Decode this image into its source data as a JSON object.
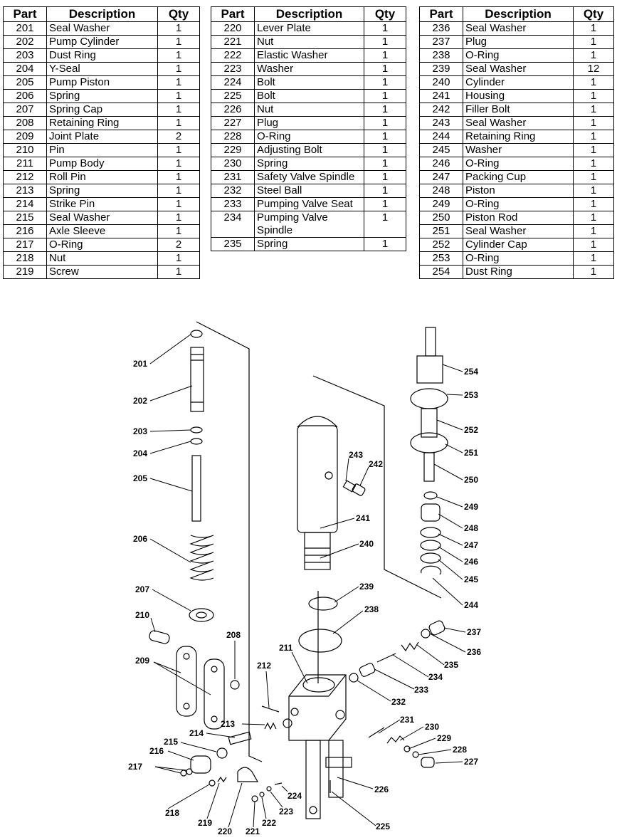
{
  "headers": {
    "part": "Part",
    "description": "Description",
    "qty": "Qty"
  },
  "tables": [
    {
      "rows": [
        {
          "part": "201",
          "desc": "Seal Washer",
          "qty": "1"
        },
        {
          "part": "202",
          "desc": "Pump Cylinder",
          "qty": "1"
        },
        {
          "part": "203",
          "desc": "Dust Ring",
          "qty": "1"
        },
        {
          "part": "204",
          "desc": "Y-Seal",
          "qty": "1"
        },
        {
          "part": "205",
          "desc": "Pump Piston",
          "qty": "1"
        },
        {
          "part": "206",
          "desc": "Spring",
          "qty": "1"
        },
        {
          "part": "207",
          "desc": "Spring Cap",
          "qty": "1"
        },
        {
          "part": "208",
          "desc": "Retaining Ring",
          "qty": "1"
        },
        {
          "part": "209",
          "desc": "Joint Plate",
          "qty": "2"
        },
        {
          "part": "210",
          "desc": "Pin",
          "qty": "1"
        },
        {
          "part": "211",
          "desc": "Pump Body",
          "qty": "1"
        },
        {
          "part": "212",
          "desc": "Roll Pin",
          "qty": "1"
        },
        {
          "part": "213",
          "desc": "Spring",
          "qty": "1"
        },
        {
          "part": "214",
          "desc": "Strike Pin",
          "qty": "1"
        },
        {
          "part": "215",
          "desc": "Seal Washer",
          "qty": "1"
        },
        {
          "part": "216",
          "desc": "Axle Sleeve",
          "qty": "1"
        },
        {
          "part": "217",
          "desc": "O-Ring",
          "qty": "2"
        },
        {
          "part": "218",
          "desc": "Nut",
          "qty": "1"
        },
        {
          "part": "219",
          "desc": "Screw",
          "qty": "1"
        }
      ]
    },
    {
      "rows": [
        {
          "part": "220",
          "desc": "Lever Plate",
          "qty": "1"
        },
        {
          "part": "221",
          "desc": "Nut",
          "qty": "1"
        },
        {
          "part": "222",
          "desc": "Elastic Washer",
          "qty": "1"
        },
        {
          "part": "223",
          "desc": "Washer",
          "qty": "1"
        },
        {
          "part": "224",
          "desc": "Bolt",
          "qty": "1"
        },
        {
          "part": "225",
          "desc": "Bolt",
          "qty": "1"
        },
        {
          "part": "226",
          "desc": "Nut",
          "qty": "1"
        },
        {
          "part": "227",
          "desc": "Plug",
          "qty": "1"
        },
        {
          "part": "228",
          "desc": "O-Ring",
          "qty": "1"
        },
        {
          "part": "229",
          "desc": "Adjusting Bolt",
          "qty": "1"
        },
        {
          "part": "230",
          "desc": "Spring",
          "qty": "1"
        },
        {
          "part": "231",
          "desc": "Safety Valve Spindle",
          "qty": "1"
        },
        {
          "part": "232",
          "desc": "Steel Ball",
          "qty": "1"
        },
        {
          "part": "233",
          "desc": "Pumping Valve Seat",
          "qty": "1"
        },
        {
          "part": "234",
          "desc": "Pumping Valve Spindle",
          "qty": "1"
        },
        {
          "part": "235",
          "desc": "Spring",
          "qty": "1"
        }
      ]
    },
    {
      "rows": [
        {
          "part": "236",
          "desc": "Seal Washer",
          "qty": "1"
        },
        {
          "part": "237",
          "desc": "Plug",
          "qty": "1"
        },
        {
          "part": "238",
          "desc": "O-Ring",
          "qty": "1"
        },
        {
          "part": "239",
          "desc": "Seal Washer",
          "qty": "12"
        },
        {
          "part": "240",
          "desc": "Cylinder",
          "qty": "1"
        },
        {
          "part": "241",
          "desc": "Housing",
          "qty": "1"
        },
        {
          "part": "242",
          "desc": "Filler Bolt",
          "qty": "1"
        },
        {
          "part": "243",
          "desc": "Seal Washer",
          "qty": "1"
        },
        {
          "part": "244",
          "desc": "Retaining Ring",
          "qty": "1"
        },
        {
          "part": "245",
          "desc": "Washer",
          "qty": "1"
        },
        {
          "part": "246",
          "desc": "O-Ring",
          "qty": "1"
        },
        {
          "part": "247",
          "desc": "Packing Cup",
          "qty": "1"
        },
        {
          "part": "248",
          "desc": "Piston",
          "qty": "1"
        },
        {
          "part": "249",
          "desc": "O-Ring",
          "qty": "1"
        },
        {
          "part": "250",
          "desc": "Piston Rod",
          "qty": "1"
        },
        {
          "part": "251",
          "desc": "Seal Washer",
          "qty": "1"
        },
        {
          "part": "252",
          "desc": "Cylinder Cap",
          "qty": "1"
        },
        {
          "part": "253",
          "desc": "O-Ring",
          "qty": "1"
        },
        {
          "part": "254",
          "desc": "Dust Ring",
          "qty": "1"
        }
      ]
    }
  ],
  "diagram_labels": [
    "201",
    "202",
    "203",
    "204",
    "205",
    "206",
    "207",
    "208",
    "209",
    "210",
    "211",
    "212",
    "213",
    "214",
    "215",
    "216",
    "217",
    "218",
    "219",
    "220",
    "221",
    "222",
    "223",
    "224",
    "225",
    "226",
    "227",
    "228",
    "229",
    "230",
    "231",
    "232",
    "233",
    "234",
    "235",
    "236",
    "237",
    "238",
    "239",
    "240",
    "241",
    "242",
    "243",
    "244",
    "245",
    "246",
    "247",
    "248",
    "249",
    "250",
    "251",
    "252",
    "253",
    "254"
  ]
}
